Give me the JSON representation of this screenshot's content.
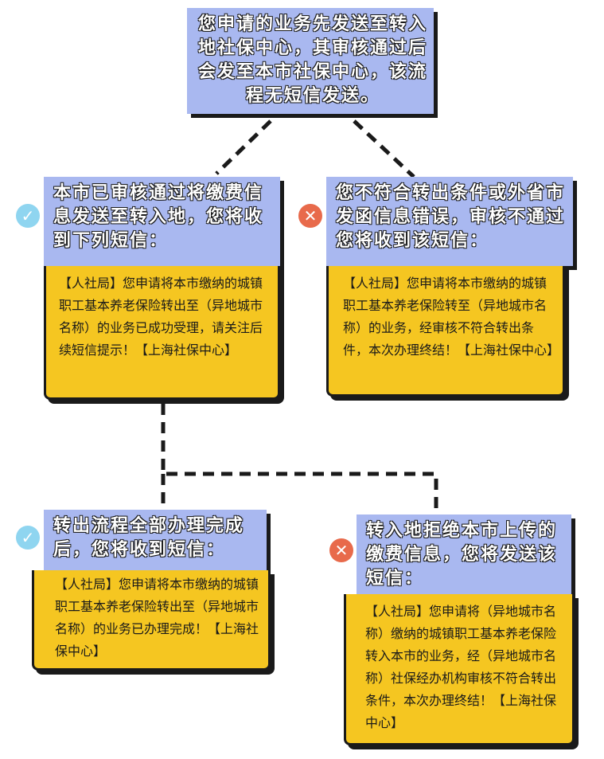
{
  "top": {
    "text": "您申请的业务先发送至转入地社保中心，其审核通过后会发至本市社保中心，该流程无短信发送。"
  },
  "branch_approved": {
    "title": "本市已审核通过将缴费信息发送至转入地，您将收到下列短信：",
    "message": "【人社局】您申请将本市缴纳的城镇职工基本养老保险转出至（异地城市名称）的业务已成功受理，请关注后续短信提示！【上海社保中心】",
    "status_icon": "check-icon"
  },
  "branch_rejected": {
    "title": "您不符合转出条件或外省市发函信息错误，审核不通过您将收到该短信：",
    "message": "【人社局】您申请将本市缴纳的城镇职工基本养老保险转至（异地城市名称）的业务，经审核不符合转出条件，本次办理终结！【上海社保中心】",
    "status_icon": "cross-icon"
  },
  "final_complete": {
    "title": "转出流程全部办理完成后，您将收到短信：",
    "message": "【人社局】您申请将本市缴纳的城镇职工基本养老保险转出至（异地城市名称）的业务已办理完成！【上海社保中心】",
    "status_icon": "check-icon"
  },
  "final_refused": {
    "title": "转入地拒绝本市上传的缴费信息，您将发送该短信：",
    "message": "【人社局】您申请将（异地城市名称）缴纳的城镇职工基本养老保险转入本市的业务，经（异地城市名称）社保经办机构审核不符合转出条件，本次办理终结！【上海社保中心】",
    "status_icon": "cross-icon"
  },
  "colors": {
    "header_bg": "#a9b8f0",
    "body_bg": "#f5c621",
    "check": "#8fd5f0",
    "cross": "#e86a4b",
    "line": "#1a1a1a"
  }
}
